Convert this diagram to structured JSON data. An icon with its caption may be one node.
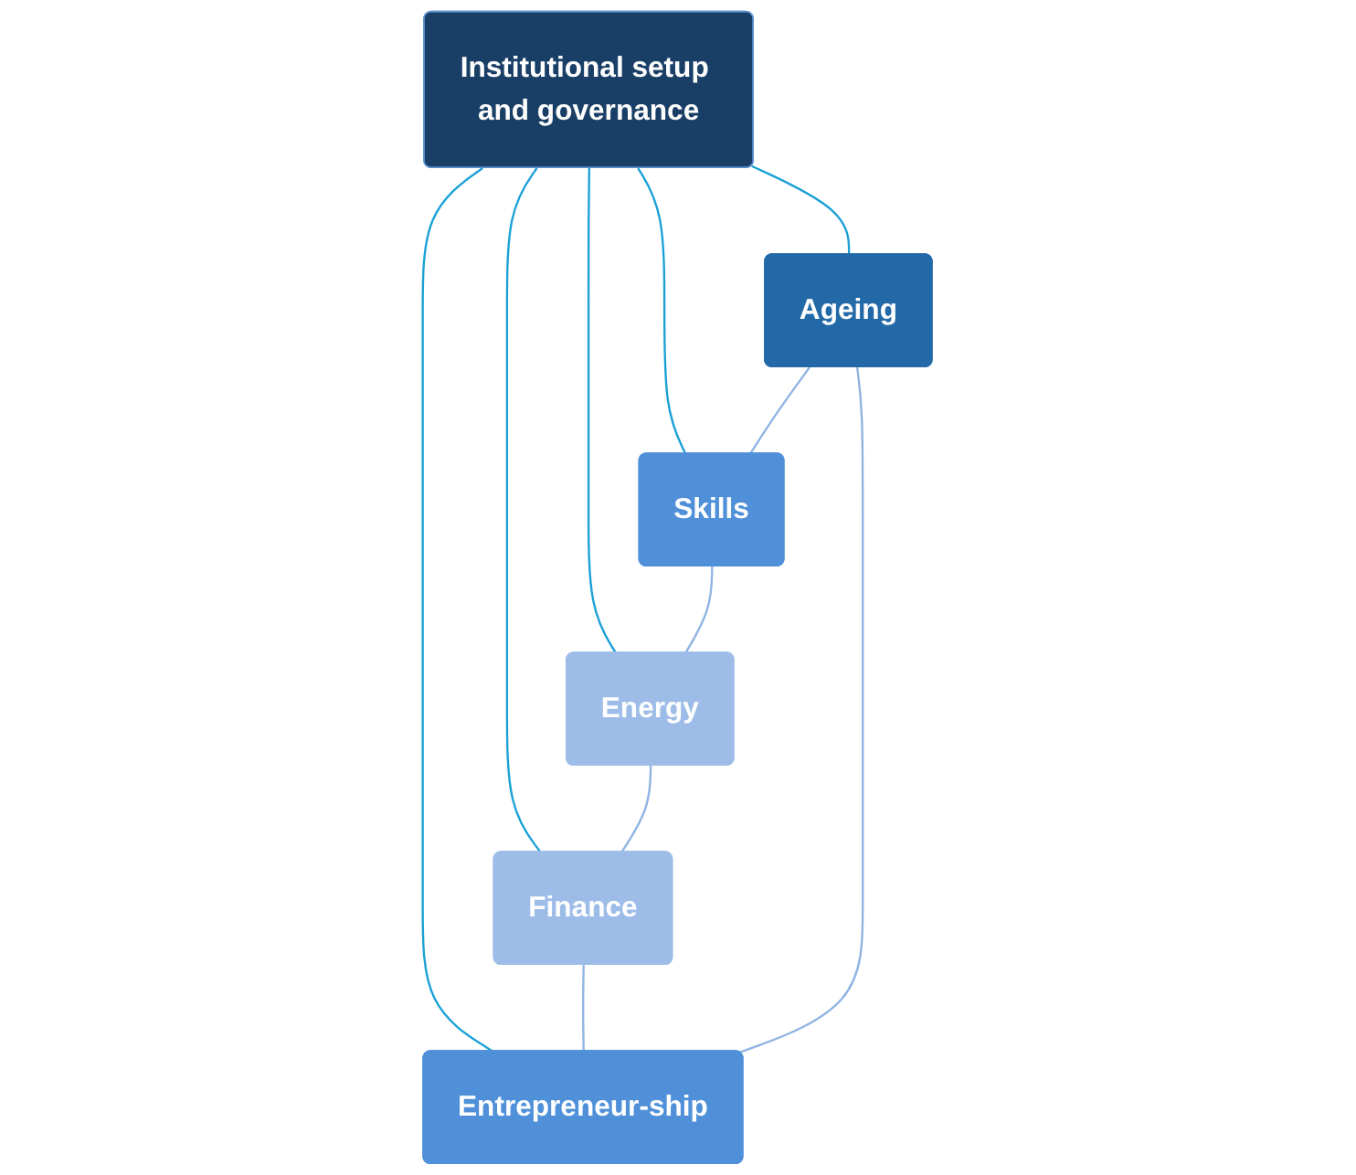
{
  "diagram": {
    "nodes": [
      {
        "text": [
          "Institutional setup and governance"
        ]
      },
      {
        "text": [
          "Ageing"
        ]
      },
      {
        "text": [
          "Skills"
        ]
      },
      {
        "text": [
          "Energy"
        ]
      },
      {
        "text": [
          "Finance"
        ]
      },
      {
        "text": [
          "Entrepreneur-ship"
        ]
      }
    ],
    "edges": [
      {
        "from": 0,
        "to": 1,
        "arrow": "none"
      },
      {
        "from": 0,
        "to": 2,
        "arrow": "none"
      },
      {
        "from": 0,
        "to": 3,
        "arrow": "none"
      },
      {
        "from": 0,
        "to": 4,
        "arrow": "none"
      },
      {
        "from": 0,
        "to": 5,
        "arrow": "none"
      },
      {
        "from": 1,
        "to": 2,
        "arrow": "none",
        "color": "#8fb4e3"
      },
      {
        "from": 2,
        "to": 3,
        "arrow": "none",
        "color": "#8fb4e3"
      },
      {
        "from": 3,
        "to": 4,
        "arrow": "none",
        "color": "#8fb4e3"
      },
      {
        "from": 4,
        "to": 5,
        "arrow": "none",
        "color": "#8fb4e3"
      },
      {
        "from": 5,
        "to": 1,
        "arrow": "none",
        "color": "#8fb4e3"
      }
    ]
  }
}
